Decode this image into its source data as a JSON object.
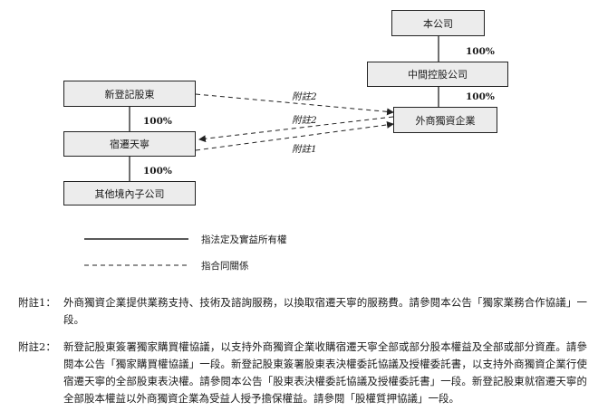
{
  "nodes": {
    "company": "本公司",
    "intermediate": "中間控股公司",
    "wfoe": "外商獨資企業",
    "new_shareholder": "新登記股東",
    "suqian": "宿遷天寧",
    "other": "其他境內子公司"
  },
  "percentages": {
    "company_to_intermediate": "100%",
    "intermediate_to_wfoe": "100%",
    "new_to_suqian": "100%",
    "suqian_to_other": "100%"
  },
  "annotations": {
    "arrow1": "附註2",
    "arrow2": "附註2",
    "arrow3": "附註1"
  },
  "legend": {
    "solid": "指法定及實益所有權",
    "dashed": "指合同關係"
  },
  "notes": [
    {
      "label": "附註1：",
      "text": "外商獨資企業提供業務支持、技術及諮詢服務，以換取宿遷天寧的服務費。請參閱本公告「獨家業務合作協議」一段。"
    },
    {
      "label": "附註2：",
      "text": "新登記股東簽署獨家購買權協議，以支持外商獨資企業收購宿遷天寧全部或部分股本權益及全部或部分資產。請參閱本公告「獨家購買權協議」一段。新登記股東簽署股東表決權委託協議及授權委託書，以支持外商獨資企業行使宿遷天寧的全部股東表決權。請參閱本公告「股東表決權委託協議及授權委託書」一段。新登記股東就宿遷天寧的全部股本權益以外商獨資企業為受益人授予擔保權益。請參閱「股權質押協議」一段。"
    }
  ]
}
